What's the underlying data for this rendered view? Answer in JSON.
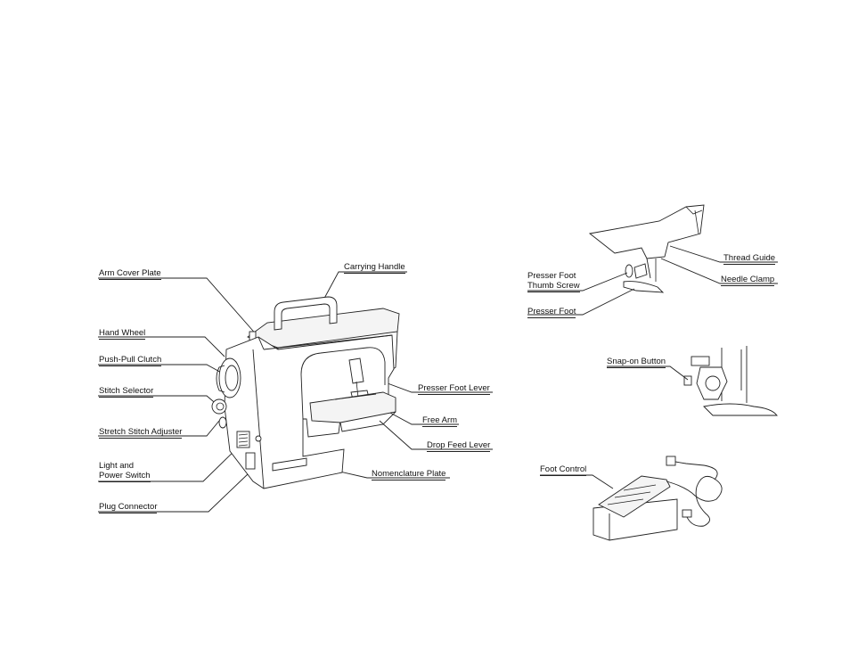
{
  "machine": {
    "labels": {
      "arm_cover_plate": "Arm Cover Plate",
      "carrying_handle": "Carrying Handle",
      "hand_wheel": "Hand Wheel",
      "push_pull_clutch": "Push-Pull Clutch",
      "stitch_selector": "Stitch Selector",
      "stretch_stitch_adjuster": "Stretch Stitch Adjuster",
      "light_power_switch_line1": "Light and",
      "light_power_switch_line2": "Power Switch",
      "plug_connector": "Plug Connector",
      "presser_foot_lever": "Presser Foot Lever",
      "free_arm": "Free Arm",
      "drop_feed_lever": "Drop Feed Lever",
      "nomenclature_plate": "Nomenclature Plate"
    }
  },
  "presser_detail": {
    "labels": {
      "thread_guide": "Thread Guide",
      "needle_clamp": "Needle Clamp",
      "presser_foot_thumb_screw_line1": "Presser Foot",
      "presser_foot_thumb_screw_line2": "Thumb Screw",
      "presser_foot": "Presser Foot"
    }
  },
  "snap_detail": {
    "labels": {
      "snap_on_button": "Snap-on Button"
    }
  },
  "foot_control_detail": {
    "labels": {
      "foot_control": "Foot Control"
    }
  }
}
